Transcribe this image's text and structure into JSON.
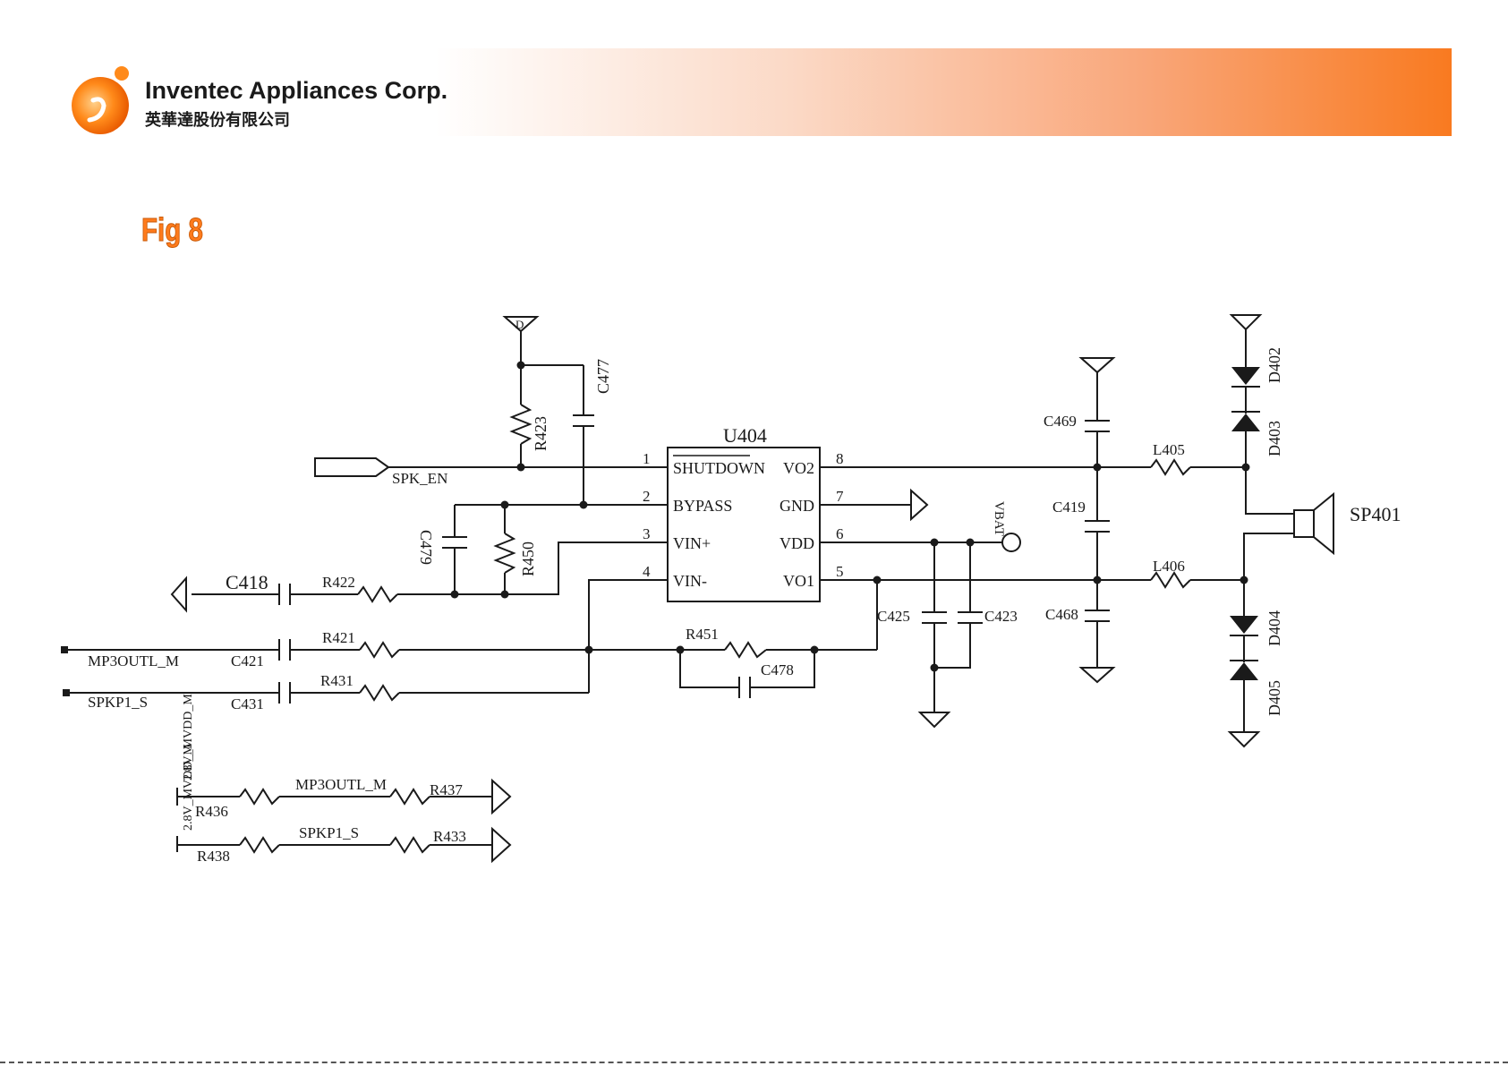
{
  "header": {
    "company_name": "Inventec Appliances Corp.",
    "company_name_cn": "英華達股份有限公司",
    "logo_icon": "orange-sphere-logo",
    "colors": {
      "accent": "#f97a20",
      "title": "#ff7b1c"
    }
  },
  "figure": {
    "title": "Fig 8"
  },
  "schematic": {
    "ic": {
      "ref": "U404",
      "pins_left": [
        {
          "num": "1",
          "name": "SHUTDOWN"
        },
        {
          "num": "2",
          "name": "BYPASS"
        },
        {
          "num": "3",
          "name": "VIN+"
        },
        {
          "num": "4",
          "name": "VIN-"
        }
      ],
      "pins_right": [
        {
          "num": "8",
          "name": "VO2"
        },
        {
          "num": "7",
          "name": "GND"
        },
        {
          "num": "6",
          "name": "VDD"
        },
        {
          "num": "5",
          "name": "VO1"
        }
      ]
    },
    "nets": {
      "spk_en": "SPK_EN",
      "vbat": "VBAT",
      "mp3outl_m": "MP3OUTL_M",
      "spkp1_s": "SPKP1_S",
      "mp3outl_m_2": "MP3OUTL_M",
      "spkp1_s_2": "SPKP1_S",
      "mvdd": "2.8V_MVDD_M",
      "mvdd_2": "2.8V_MVDD_M"
    },
    "components": {
      "R423": "R423",
      "C477": "C477",
      "R450": "R450",
      "C479": "C479",
      "C418": "C418",
      "R422": "R422",
      "R421": "R421",
      "C421": "C421",
      "R431": "R431",
      "C431": "C431",
      "R451": "R451",
      "C478": "C478",
      "C425": "C425",
      "C423": "C423",
      "C469": "C469",
      "C419": "C419",
      "C468": "C468",
      "L405": "L405",
      "L406": "L406",
      "D402": "D402",
      "D403": "D403",
      "D404": "D404",
      "D405": "D405",
      "SP401": "SP401",
      "R436": "R436",
      "R437": "R437",
      "R438": "R438",
      "R433": "R433"
    },
    "ground_label": "D"
  }
}
